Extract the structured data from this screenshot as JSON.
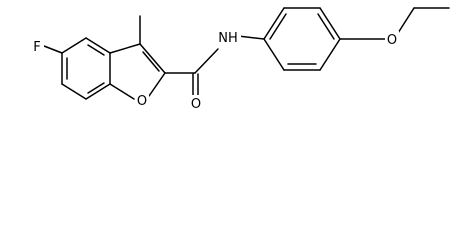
{
  "molecule": {
    "atoms": {
      "fluorine": "F",
      "ring_oxygen": "O",
      "carbonyl_oxygen": "O",
      "amide_nitrogen": "NH",
      "ether_oxygen": "O"
    }
  },
  "colors": {
    "background": "#ffffff",
    "bonds": "#000000",
    "labels": "#000000"
  }
}
